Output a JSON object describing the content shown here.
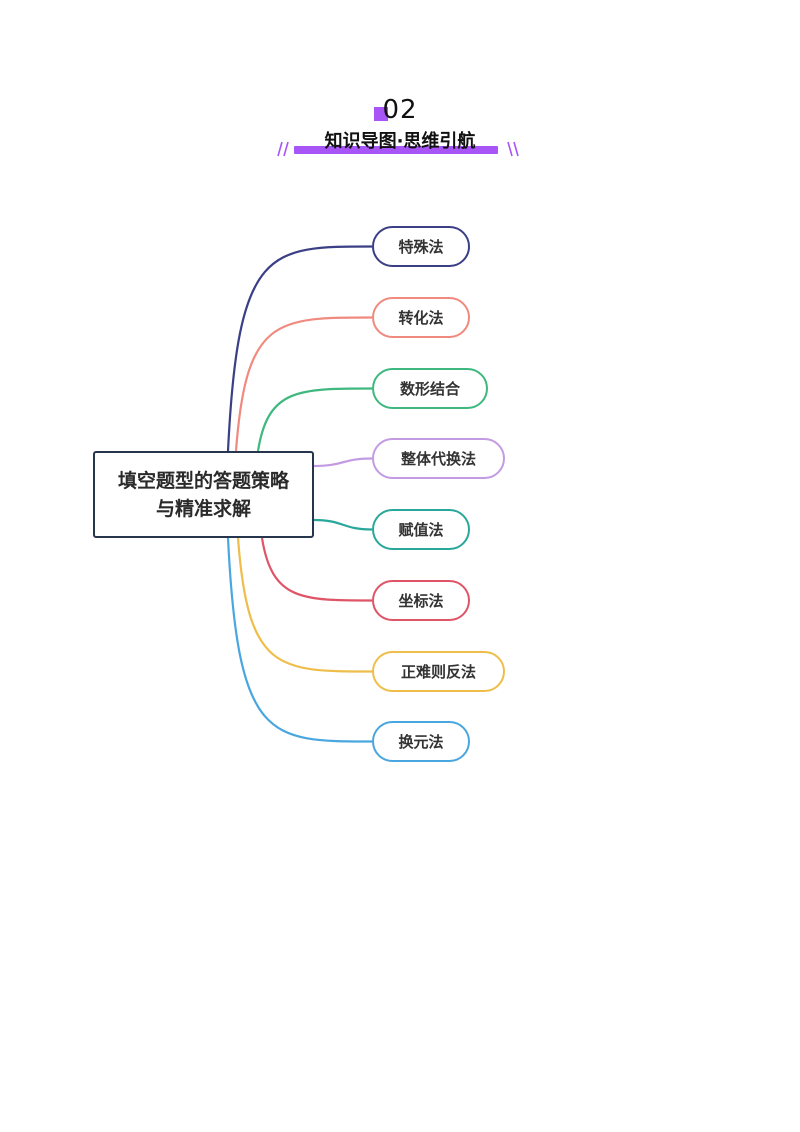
{
  "header": {
    "section_number": "02",
    "section_title": "知识导图·思维引航",
    "accent_color": "#a855f7"
  },
  "mindmap": {
    "center": {
      "label": "填空题型的答题策略与精准求解",
      "border_color": "#27364f"
    },
    "branches": [
      {
        "label": "特殊法",
        "color": "#3b3f85"
      },
      {
        "label": "转化法",
        "color": "#f08a7e"
      },
      {
        "label": "数形结合",
        "color": "#3fb87f"
      },
      {
        "label": "整体代换法",
        "color": "#c39be3"
      },
      {
        "label": "赋值法",
        "color": "#2aa79b"
      },
      {
        "label": "坐标法",
        "color": "#df5467"
      },
      {
        "label": "正难则反法",
        "color": "#efbe4a"
      },
      {
        "label": "换元法",
        "color": "#4aa6de"
      }
    ]
  }
}
